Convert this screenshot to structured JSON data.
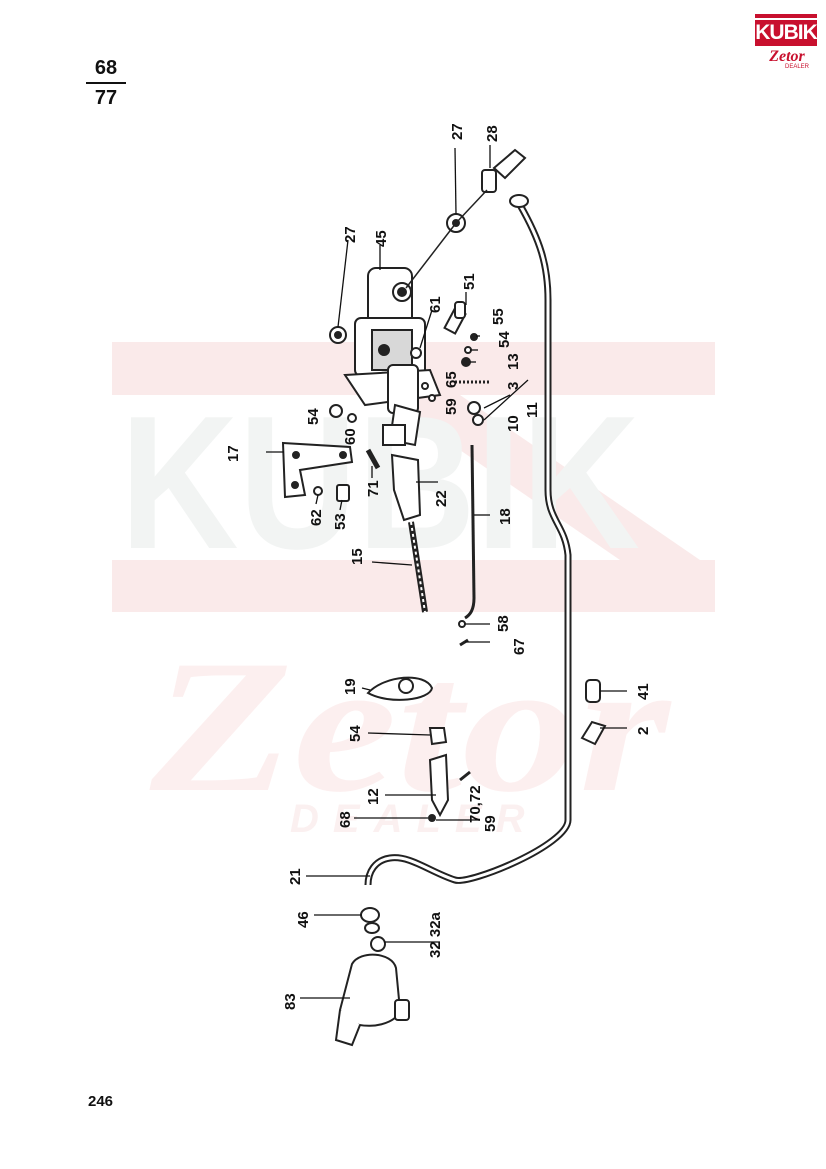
{
  "header": {
    "numerator": "68",
    "denominator": "77"
  },
  "page_number": "246",
  "logo": {
    "brand": "KUBIK",
    "sub": "Zetor",
    "tag": "DEALER"
  },
  "watermark": {
    "brand": "KUBIK",
    "sub": "Zetor",
    "tag": "DEALER"
  },
  "callouts": {
    "c27a": "27",
    "c28": "28",
    "c27b": "27",
    "c45": "45",
    "c51": "51",
    "c61": "61",
    "c55": "55",
    "c54a": "54",
    "c13": "13",
    "c3": "3",
    "c65": "65",
    "c59a": "59",
    "c11": "11",
    "c10": "10",
    "c54b": "54",
    "c60": "60",
    "c17": "17",
    "c71": "71",
    "c22": "22",
    "c62": "62",
    "c53": "53",
    "c18": "18",
    "c15": "15",
    "c58": "58",
    "c67": "67",
    "c19": "19",
    "c41": "41",
    "c54c": "54",
    "c2": "2",
    "c12": "12",
    "c7072": "70,72",
    "c68": "68",
    "c59b": "59",
    "c21": "21",
    "c46": "46",
    "c3232a": "32 32a",
    "c83": "83"
  }
}
